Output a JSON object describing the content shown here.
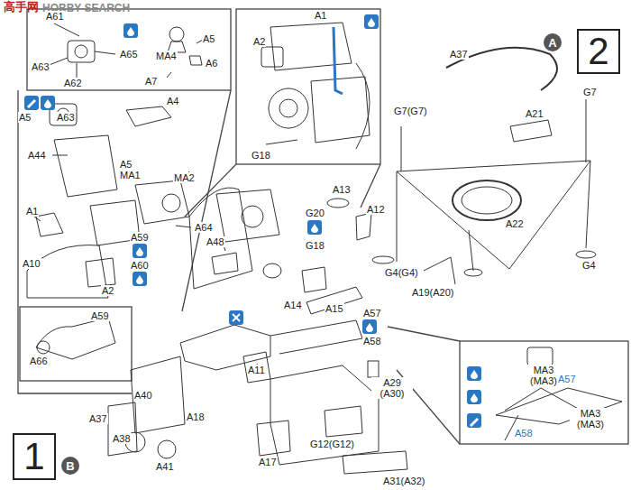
{
  "diagram": {
    "nodes": [
      {
        "text": [
          "A"
        ]
      },
      {
        "text": [
          "2"
        ]
      },
      {
        "text": [
          "1"
        ]
      },
      {
        "text": [
          "B"
        ]
      }
    ],
    "labels": [
      "高手网",
      "HOBBY SEARCH",
      "A61",
      "A65",
      "A63",
      "A62",
      "MA4",
      "A5",
      "A6",
      "A7",
      "A4",
      "A5",
      "A63",
      "A5",
      "MA1",
      "MA2",
      "A44",
      "A1",
      "A59",
      "A64",
      "A60",
      "A10",
      "A2",
      "A59",
      "A66",
      "A1",
      "A2",
      "G18",
      "A13",
      "A12",
      "G20",
      "G18",
      "A48",
      "A14",
      "A15",
      "A57",
      "A58",
      "A11",
      "A29 (A30)",
      "A40",
      "A37",
      "A38",
      "A18",
      "A41",
      "A17",
      "G12(G12)",
      "A31(A32)",
      "A37",
      "G7(G7)",
      "G7",
      "A21",
      "A22",
      "G4",
      "G4(G4)",
      "A19(A20)",
      "MA3 (MA3)",
      "A57",
      "A58",
      "MA3 (MA3)"
    ]
  }
}
